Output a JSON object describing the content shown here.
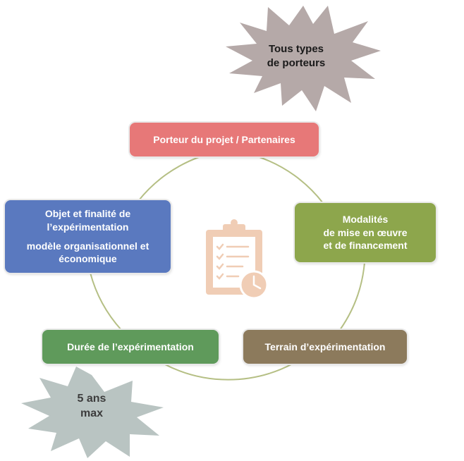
{
  "diagram": {
    "nodes": {
      "porteur": {
        "line1": "Porteur du projet / Partenaires"
      },
      "modalites": {
        "line1": "Modalités",
        "line2": "de mise en œuvre",
        "line3": "et de financement"
      },
      "objet": {
        "line1": "Objet et finalité de",
        "line2": "l’expérimentation",
        "line3": "modèle organisationnel et",
        "line4": "économique"
      },
      "duree": {
        "line1": "Durée de l’expérimentation"
      },
      "terrain": {
        "line1": "Terrain d’expérimentation"
      }
    },
    "callouts": {
      "top": {
        "line1": "Tous types",
        "line2": "de porteurs"
      },
      "bottom": {
        "line1": "5 ans",
        "line2": "max"
      }
    },
    "colors": {
      "porteur": "#e77878",
      "modalites": "#8da64c",
      "objet": "#5a79bf",
      "duree": "#5f9a5b",
      "terrain": "#8c7a5c",
      "ring": "#b5bf84",
      "clipboard": "#f0cdb5",
      "star_top": "#b5a9a8",
      "star_bottom": "#b9c4c2"
    },
    "center_icon": "clipboard-checklist-clock-icon"
  }
}
